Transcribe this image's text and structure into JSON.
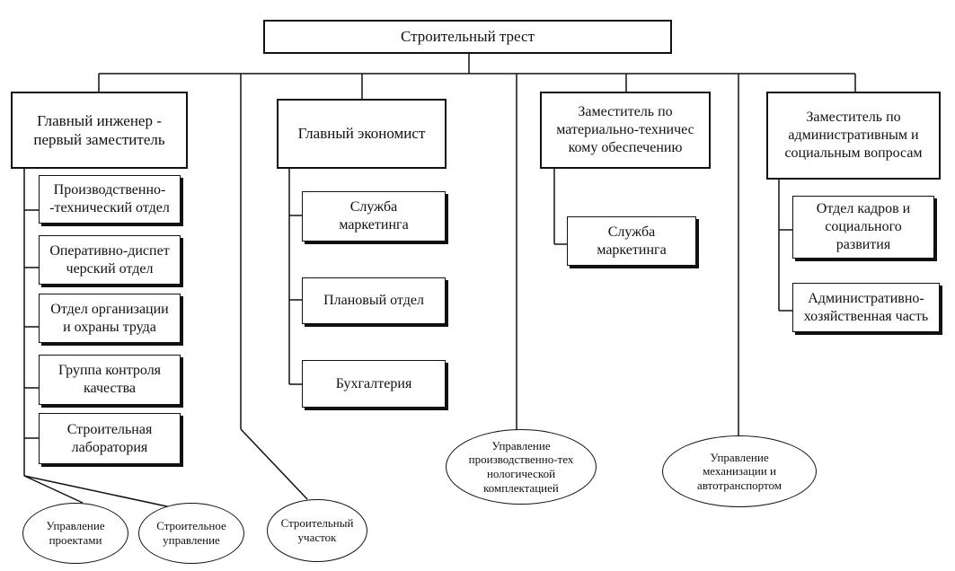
{
  "top": "Строительный трест",
  "chief_engineer": {
    "title": "Главный инженер -\nпервый заместитель",
    "departments": [
      "Производственно-\n-технический отдел",
      "Оперативно-диспет\nчерский отдел",
      "Отдел организации\nи охраны труда",
      "Группа контроля\nкачества",
      "Строительная\nлаборатория"
    ]
  },
  "chief_economist": {
    "title": "Главный экономист",
    "departments": [
      "Служба\nмаркетинга",
      "Плановый отдел",
      "Бухгалтерия"
    ]
  },
  "deputy_supply": {
    "title": "Заместитель по\nматериально-техничес\nкому обеспечению",
    "departments": [
      "Служба\nмаркетинга"
    ]
  },
  "deputy_admin": {
    "title": "Заместитель по\nадминистративным и\nсоциальным вопросам",
    "departments": [
      "Отдел кадров и\nсоциального\nразвития",
      "Административно-\nхозяйственная часть"
    ]
  },
  "units": {
    "project_management": "Управление\nпроектами",
    "construction_management": "Строительное\nуправление",
    "construction_site": "Строительный\nучасток",
    "production_tech": "Управление\nпроизводственно-тех\nнологической\nкомплектацией",
    "mechanization": "Управление\nмеханизации и\nавтотранспортом"
  }
}
